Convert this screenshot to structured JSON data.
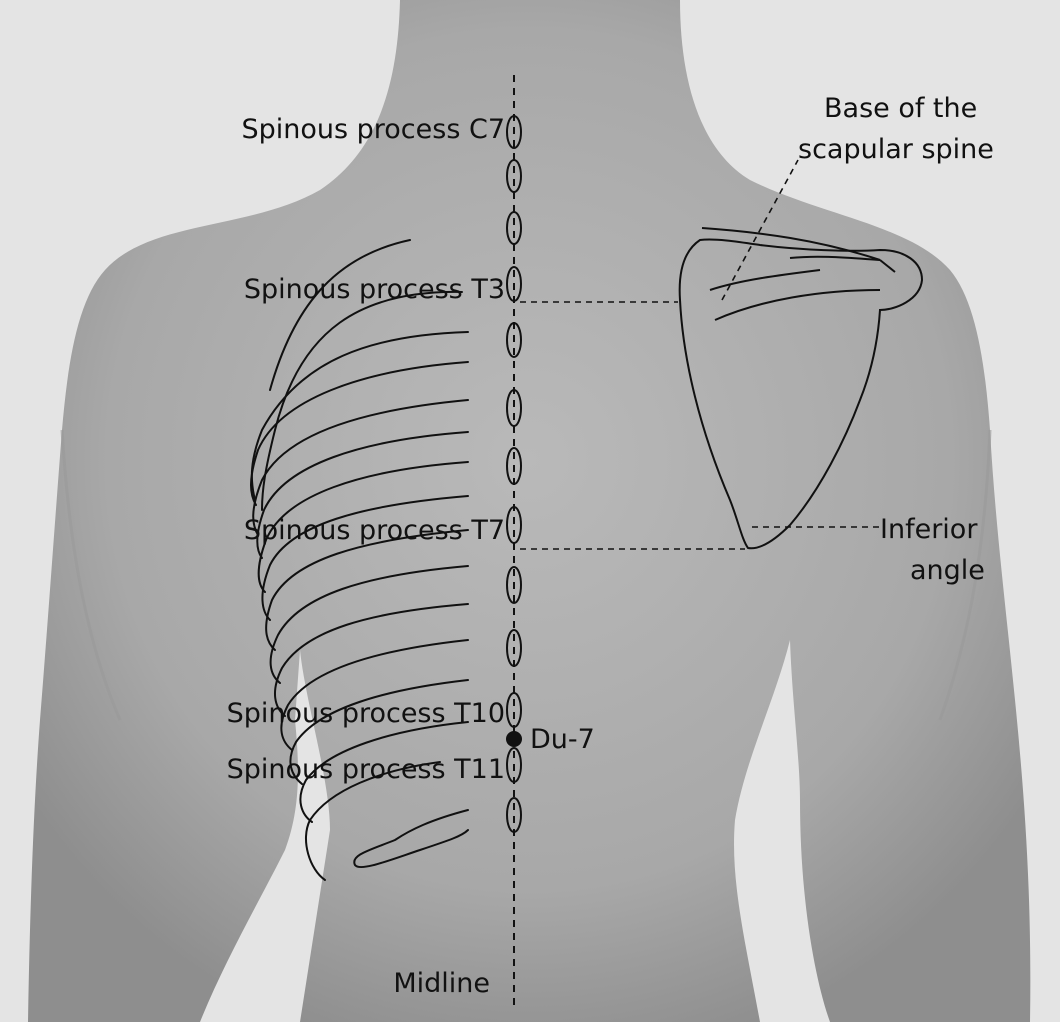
{
  "labels": {
    "c7": "Spinous process C7",
    "t3": "Spinous process T3",
    "t7": "Spinous process T7",
    "t10": "Spinous process T10",
    "t11": "Spinous process T11",
    "du7": "Du-7",
    "midline": "Midline",
    "scapular_spine_line1": "Base of the",
    "scapular_spine_line2": "scapular spine",
    "inferior_angle_line1": "Inferior",
    "inferior_angle_line2": "angle"
  },
  "colors": {
    "background": "#e6e6e6",
    "skin": "#a9a9a9",
    "line": "#111111"
  }
}
